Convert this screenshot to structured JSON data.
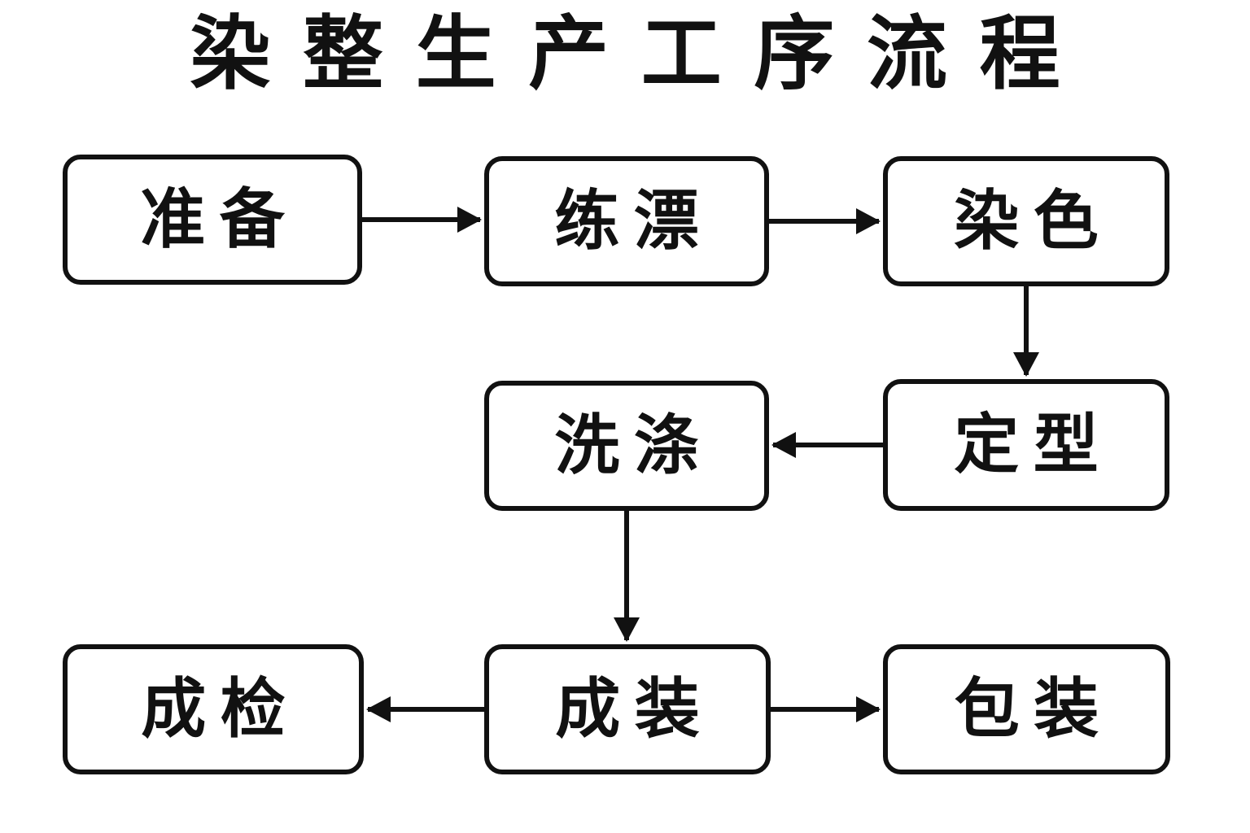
{
  "title": "染整生产工序流程",
  "diagram": {
    "nodes": [
      {
        "id": "preparation",
        "label": "准备"
      },
      {
        "id": "scour-bleach",
        "label": "练漂"
      },
      {
        "id": "dyeing",
        "label": "染色"
      },
      {
        "id": "washing",
        "label": "洗涤"
      },
      {
        "id": "setting",
        "label": "定型"
      },
      {
        "id": "inspection",
        "label": "成检"
      },
      {
        "id": "making-up",
        "label": "成装"
      },
      {
        "id": "packaging",
        "label": "包装"
      }
    ],
    "edges": [
      {
        "from": "准备",
        "to": "练漂",
        "direction": "right"
      },
      {
        "from": "练漂",
        "to": "染色",
        "direction": "right"
      },
      {
        "from": "染色",
        "to": "定型",
        "direction": "down"
      },
      {
        "from": "定型",
        "to": "洗涤",
        "direction": "left"
      },
      {
        "from": "洗涤",
        "to": "成装",
        "direction": "down"
      },
      {
        "from": "成装",
        "to": "成检",
        "direction": "left"
      },
      {
        "from": "成装",
        "to": "包装",
        "direction": "right"
      }
    ],
    "colors": {
      "background": "#ffffff",
      "box_fill": "#ffffff",
      "box_border": "#111111",
      "text": "#111111",
      "arrow": "#111111"
    }
  }
}
